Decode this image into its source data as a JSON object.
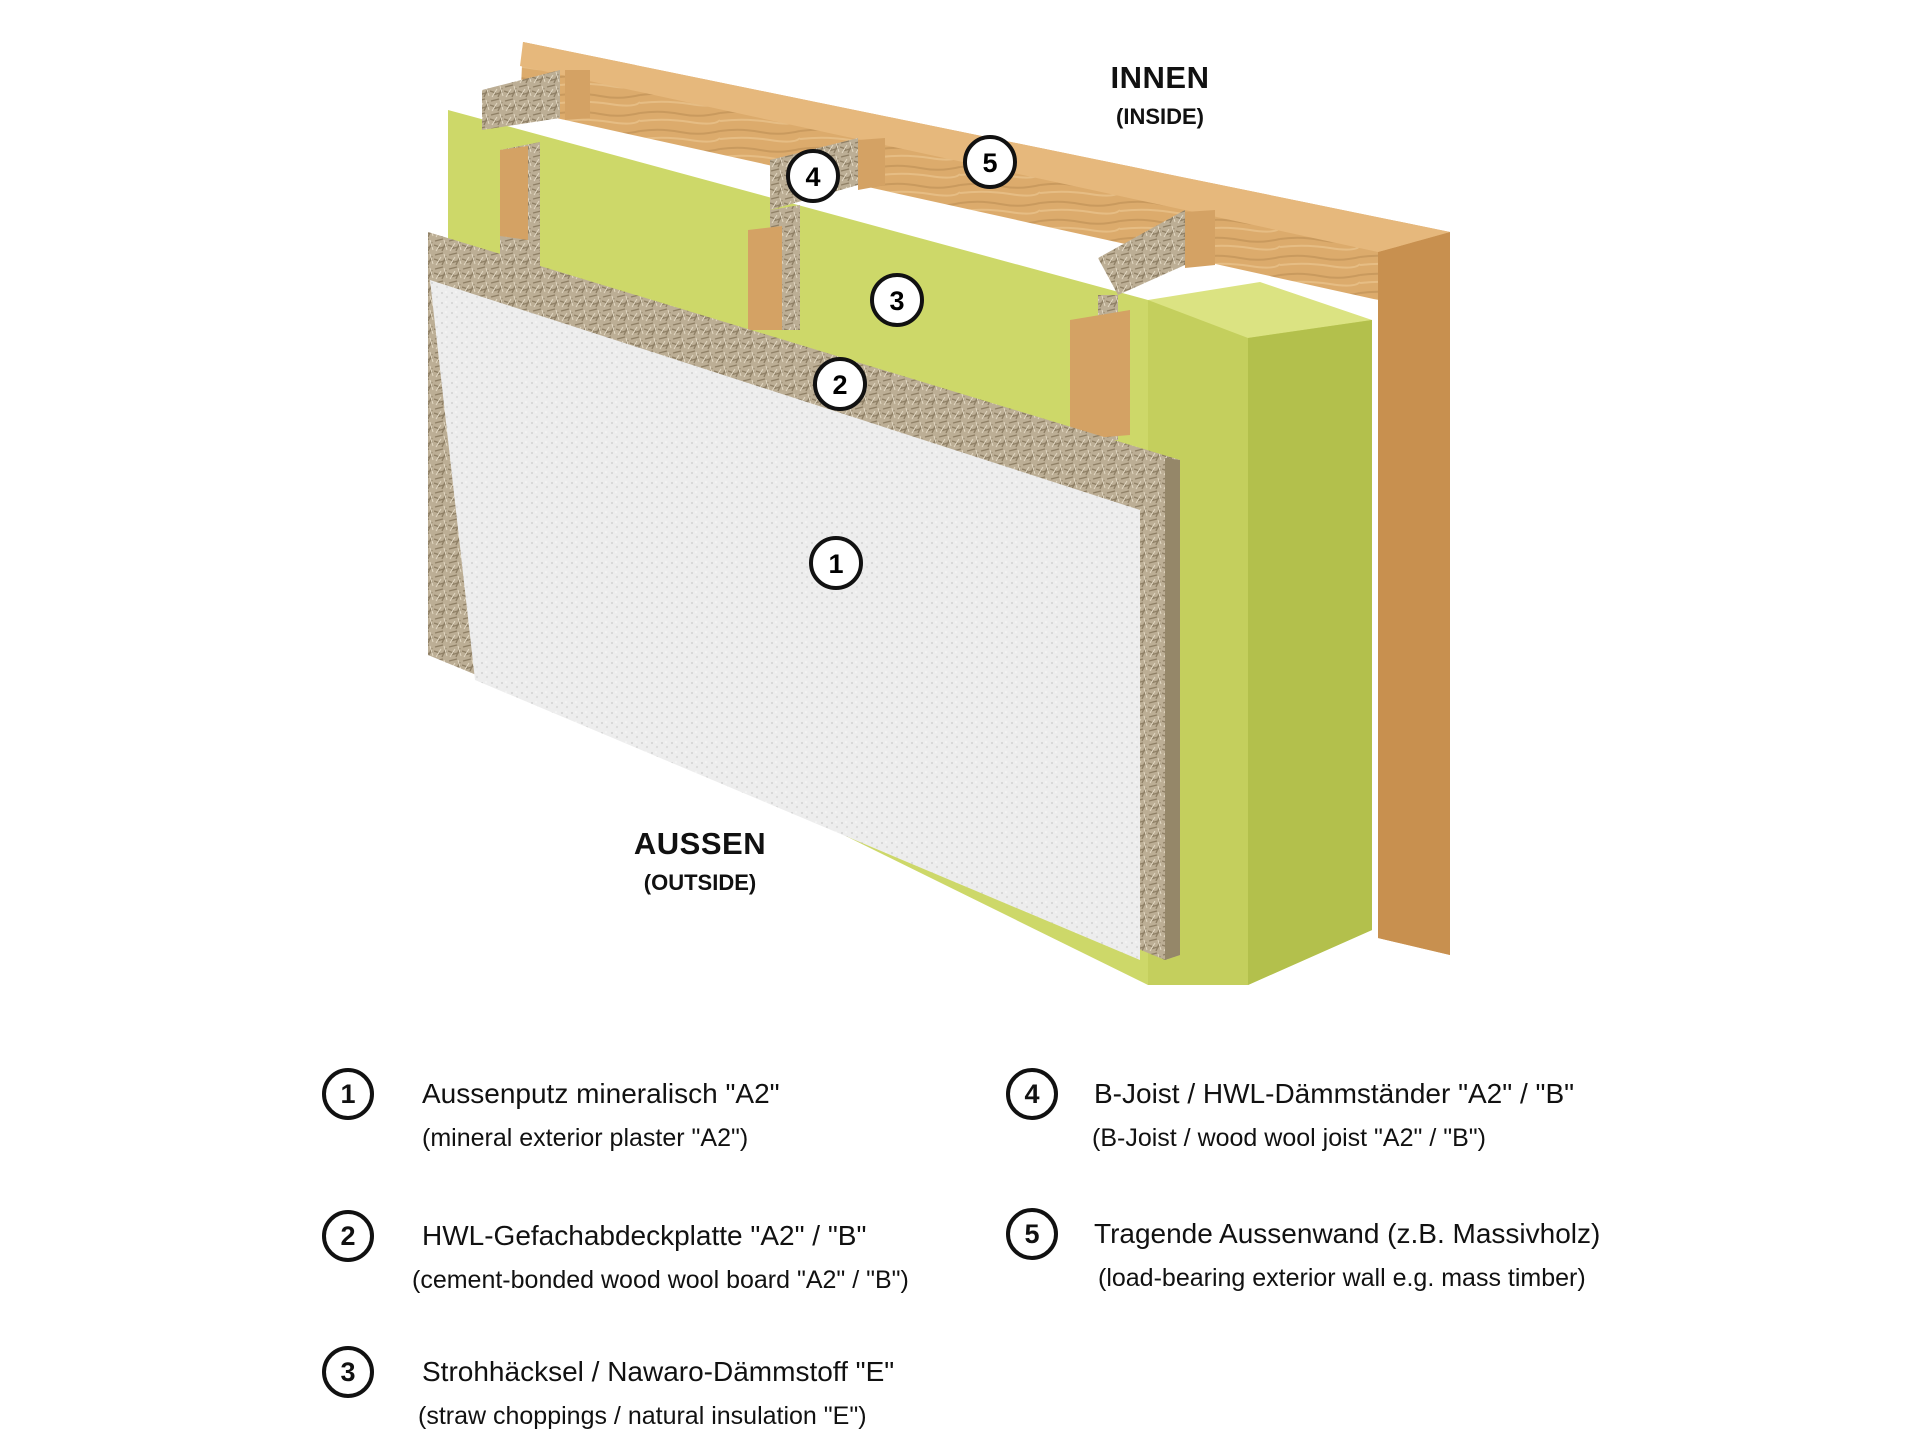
{
  "labels": {
    "inside_main": "INNEN",
    "inside_sub": "(INSIDE)",
    "outside_main": "AUSSEN",
    "outside_sub": "(OUTSIDE)"
  },
  "callouts": [
    "1",
    "2",
    "3",
    "4",
    "5"
  ],
  "legend": [
    {
      "num": "1",
      "de": "Aussenputz mineralisch \"A2\"",
      "en": "(mineral exterior plaster \"A2\")"
    },
    {
      "num": "2",
      "de": "HWL-Gefachabdeckplatte \"A2\" / \"B\"",
      "en": "(cement-bonded wood wool board \"A2\" / \"B\")"
    },
    {
      "num": "3",
      "de": "Strohhäcksel / Nawaro-Dämmstoff \"E\"",
      "en": "(straw choppings / natural insulation \"E\")"
    },
    {
      "num": "4",
      "de": "B-Joist / HWL-Dämmständer \"A2\" / \"B\"",
      "en": "(B-Joist / wood wool joist \"A2\" / \"B\")"
    },
    {
      "num": "5",
      "de": "Tragende Aussenwand (z.B. Massivholz)",
      "en": "(load-bearing exterior wall e.g. mass timber)"
    }
  ],
  "colors": {
    "timber": "#d9a96a",
    "timber_side": "#c48e52",
    "insulation": "#cfd96a",
    "insulation_side": "#b5c24e",
    "woodwool": "#b8aa92",
    "woodwool_side": "#9c8e76",
    "plaster": "#ececec"
  }
}
